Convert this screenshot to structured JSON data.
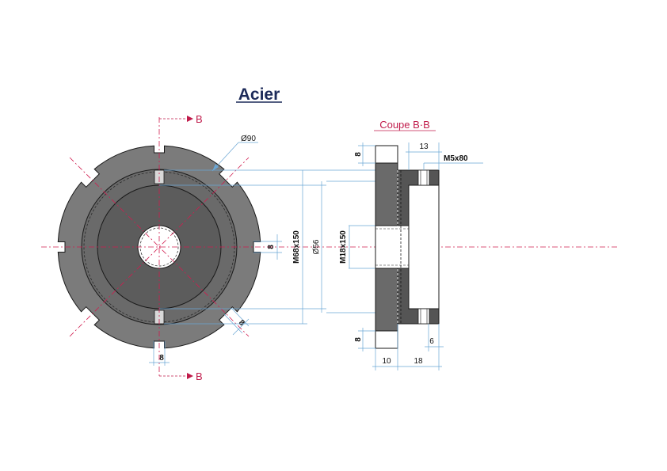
{
  "title": "Acier",
  "section_title": "Coupe B·B",
  "section_marks": {
    "top": "B",
    "bottom": "B"
  },
  "dimensions": {
    "outer_diameter": "Ø90",
    "bore_diameter": "Ø56",
    "external_thread": "M68x150",
    "internal_thread": "M18x150",
    "slot_width_right": "8",
    "slot_width_bottom": "8",
    "slot_width_diag": "8",
    "section_slot_top": "8",
    "section_slot_bottom": "8",
    "set_screw": "M5x80",
    "hub_length": "13",
    "screw_depth": "6",
    "flange_thickness": "10",
    "hub_width": "18"
  },
  "colors": {
    "body": "#7b7b7b",
    "inner": "#5c5c5c",
    "accent_red": "#c01a4a",
    "dim_blue": "#6aa6d4",
    "title": "#1c2a59"
  }
}
